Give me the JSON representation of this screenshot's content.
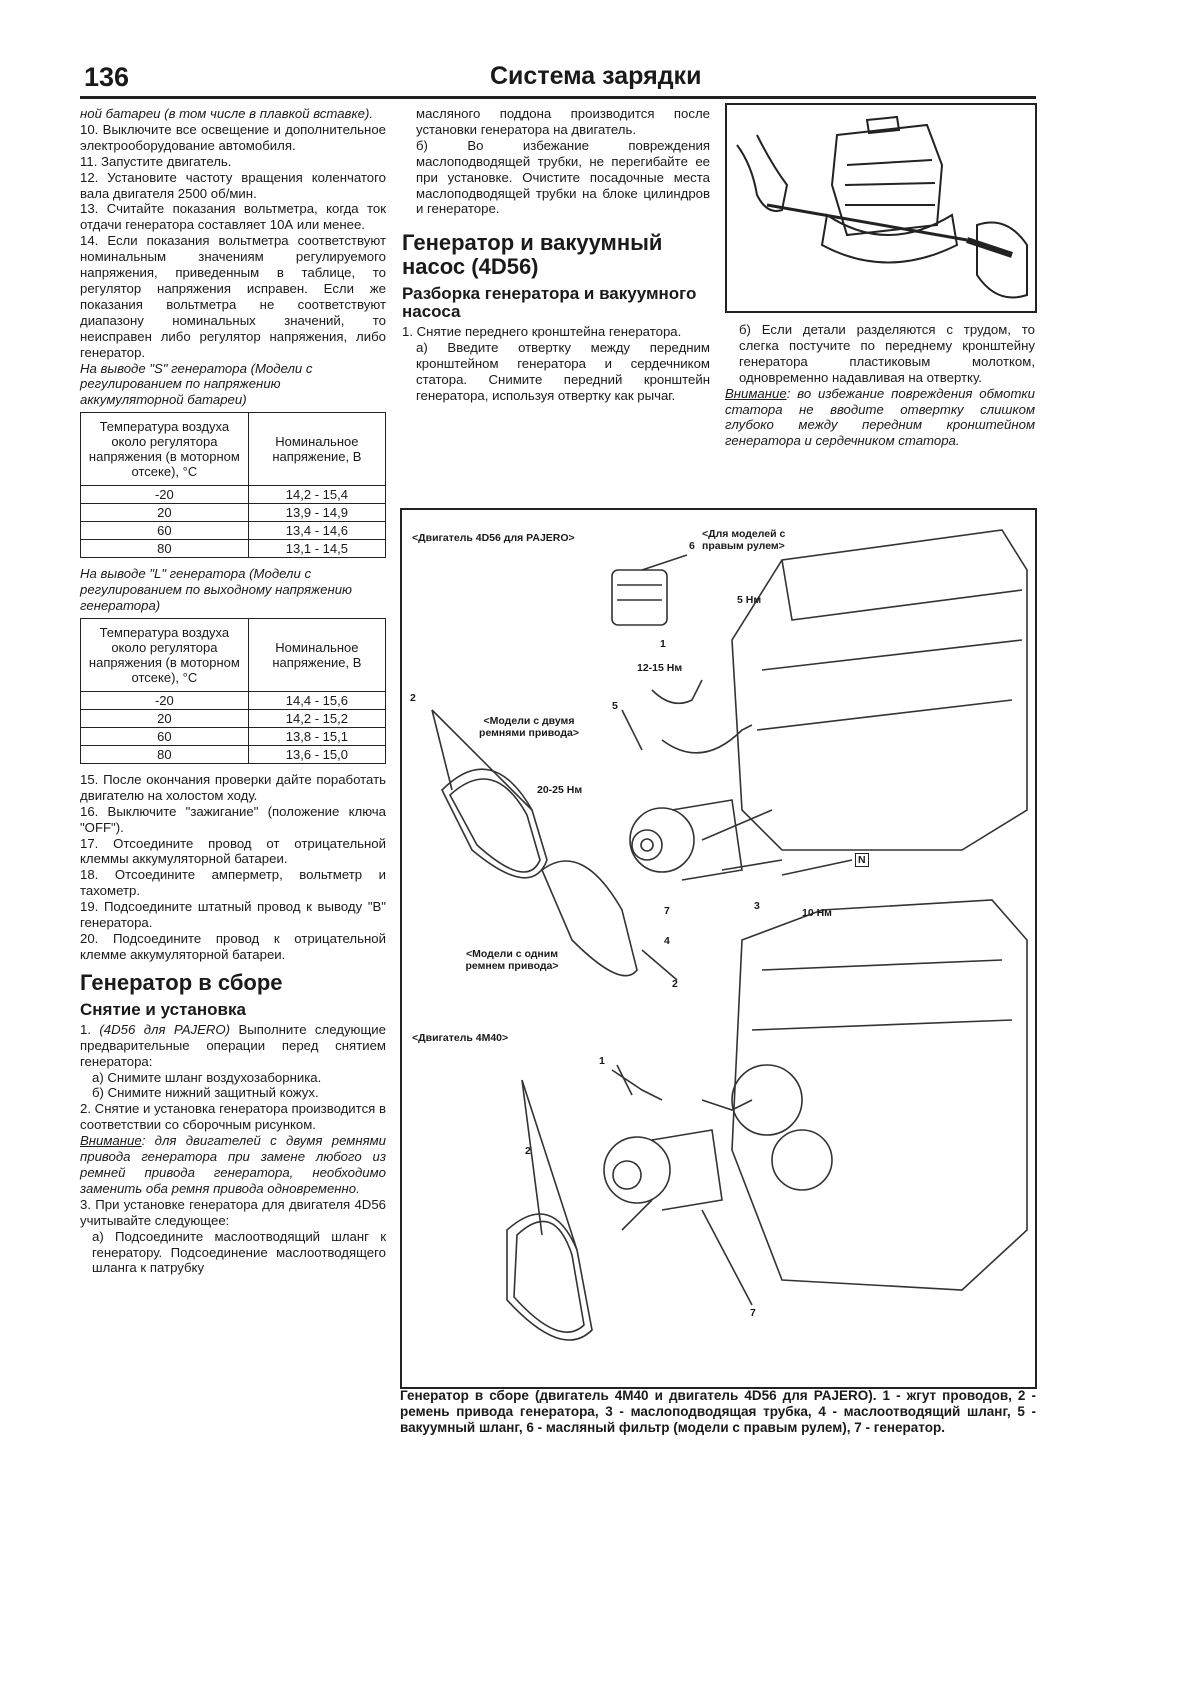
{
  "header": {
    "page_number": "136",
    "title": "Система зарядки"
  },
  "left": {
    "p0": "ной батареи (в том числе в плавкой вставке).",
    "p10": "10. Выключите все освещение и дополнительное электрооборудование автомобиля.",
    "p11": "11. Запустите двигатель.",
    "p12": "12. Установите частоту вращения коленчатого вала двигателя 2500 об/мин.",
    "p13": "13. Считайте показания вольтметра, когда ток отдачи генератора составляет 10А или менее.",
    "p14": "14. Если показания вольтметра соответствуют номинальным значениям регулируемого напряжения, приведенным в таблице, то регулятор напряжения исправен. Если же показания вольтметра не соответствуют диапазону номинальных значений, то неисправен либо регулятор напряжения, либо генератор.",
    "table1_caption": "На выводе \"S\" генератора (Модели с регулированием по напряжению аккумуляторной батареи)",
    "table1": {
      "headers": [
        "Температура воздуха около регулятора напряжения (в моторном отсеке), °С",
        "Номинальное напряжение, В"
      ],
      "rows": [
        [
          "-20",
          "14,2 - 15,4"
        ],
        [
          "20",
          "13,9 - 14,9"
        ],
        [
          "60",
          "13,4 - 14,6"
        ],
        [
          "80",
          "13,1 - 14,5"
        ]
      ]
    },
    "table2_caption": "На выводе \"L\" генератора (Модели с регулированием по выходному напряжению генератора)",
    "table2": {
      "headers": [
        "Температура воздуха около регулятора напряжения (в моторном отсеке), °С",
        "Номинальное напряжение, В"
      ],
      "rows": [
        [
          "-20",
          "14,4 - 15,6"
        ],
        [
          "20",
          "14,2 - 15,2"
        ],
        [
          "60",
          "13,8 - 15,1"
        ],
        [
          "80",
          "13,6 - 15,0"
        ]
      ]
    },
    "p15": "15. После окончания проверки дайте поработать двигателю на холостом ходу.",
    "p16": "16. Выключите \"зажигание\" (положение ключа \"OFF\").",
    "p17": "17. Отсоедините провод от отрицательной клеммы аккумуляторной батареи.",
    "p18": "18. Отсоедините амперметр, вольтметр и тахометр.",
    "p19": "19. Подсоедините штатный провод к выводу \"B\" генератора.",
    "p20": "20. Подсоедините провод к отрицательной клемме аккумуляторной батареи.",
    "h_assembly": "Генератор в сборе",
    "h_removal": "Снятие и установка",
    "s1a": "1. ",
    "s1b": "(4D56 для PAJERO)",
    "s1c": " Выполните следующие предварительные операции перед снятием генератора:",
    "s1_a": "а) Снимите шланг воздухозаборника.",
    "s1_b": "б) Снимите нижний защитный кожух.",
    "s2": "2. Снятие и установка генератора производится в соответствии со сборочным рисунком.",
    "warn_label": "Внимание",
    "warn_text": ": для двигателей с двумя ремнями привода генератора при замене любого из ремней привода генератора, необходимо заменить оба ремня привода одновременно.",
    "s3": "3. При установке генератора для двигателя 4D56 учитывайте следующее:",
    "s3_a": "а) Подсоедините маслоотводящий шланг к генератору. Подсоединение маслоотводящего шланга к патрубку"
  },
  "middle": {
    "p_cont": "масляного поддона производится после установки генератора на двигатель.",
    "p_b": "б) Во избежание повреждения маслоподводящей трубки, не перегибайте ее при установке. Очистите посадочные места маслоподводящей трубки на блоке цилиндров и генераторе.",
    "h_gen_vac": "Генератор и вакуумный насос (4D56)",
    "h_disasm": "Разборка генератора и вакуумного насоса",
    "s1": "1. Снятие переднего кронштейна генератора.",
    "s1_a": "а) Введите отвертку между передним кронштейном генератора и сердечником статора. Снимите передний кронштейн генератора, используя отвертку как рычаг."
  },
  "right": {
    "p_b": "б) Если детали разделяются с трудом, то слегка постучите по переднему кронштейну генератора пластиковым молотком, одновременно надавливая на отвертку.",
    "warn_label": "Внимание",
    "warn_text": ": во избежание повреждения обмотки статора не вводите отвертку слишком глубоко между передним кронштейном генератора и сердечником статора."
  },
  "figure": {
    "engine_4d56": "<Двигатель 4D56 для PAJERO>",
    "rhd_models": "<Для моделей с правым рулем>",
    "n6": "6",
    "t5": "5 Нм",
    "n1a": "1",
    "t12": "12-15 Нм",
    "n2a": "2",
    "n5": "5",
    "two_belts": "<Модели с двумя ремнями привода>",
    "t20": "20-25 Нм",
    "nN": "N",
    "n7a": "7",
    "n3": "3",
    "t10": "10 Нм",
    "n4": "4",
    "one_belt": "<Модели с одним ремнем привода>",
    "n2b": "2",
    "engine_4m40": "<Двигатель 4M40>",
    "n1b": "1",
    "n2c": "2",
    "n7b": "7",
    "caption": "Генератор в сборе (двигатель 4M40 и двигатель 4D56 для PAJERO). 1 - жгут проводов, 2 - ремень привода генератора, 3 - маслоподводящая трубка, 4 - маслоотводящий шланг, 5 - вакуумный шланг, 6 - масляный фильтр (модели с правым рулем), 7 - генератор."
  }
}
